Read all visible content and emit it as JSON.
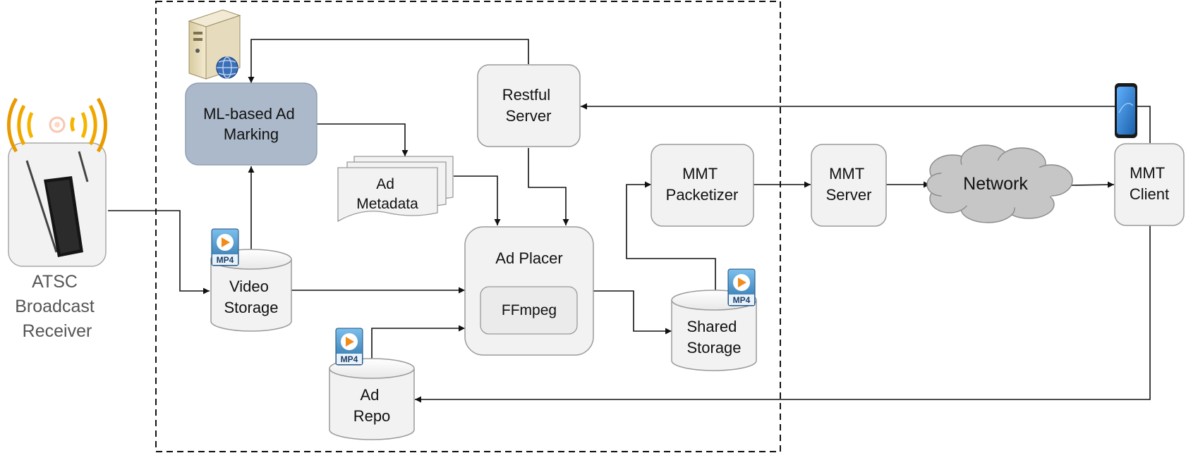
{
  "nodes": {
    "atsc_receiver": {
      "lines": [
        "ATSC",
        "Broadcast",
        "Receiver"
      ]
    },
    "ml_ad_marking": {
      "lines": [
        "ML-based Ad",
        "Marking"
      ]
    },
    "restful_server": {
      "lines": [
        "Restful",
        "Server"
      ]
    },
    "ad_metadata": {
      "lines": [
        "Ad",
        "Metadata"
      ]
    },
    "video_storage": {
      "lines": [
        "Video",
        "Storage"
      ]
    },
    "ad_placer": {
      "title": "Ad Placer",
      "inner": "FFmpeg"
    },
    "ad_repo": {
      "lines": [
        "Ad",
        "Repo"
      ]
    },
    "mmt_packetizer": {
      "lines": [
        "MMT",
        "Packetizer"
      ]
    },
    "shared_storage": {
      "lines": [
        "Shared",
        "Storage"
      ]
    },
    "mmt_server": {
      "lines": [
        "MMT",
        "Server"
      ]
    },
    "network": {
      "label": "Network"
    },
    "mmt_client": {
      "lines": [
        "MMT",
        "Client"
      ]
    }
  },
  "file_badges": {
    "label": "MP4"
  },
  "icons": [
    "antenna-signal-icon",
    "tablet-receiver-icon",
    "server-tower-icon",
    "globe-icon",
    "mp4-file-icon",
    "smartphone-icon",
    "cloud-icon",
    "documents-stack-icon"
  ],
  "colors": {
    "box_fill": "#f2f2f2",
    "box_stroke": "#9a9a9a",
    "ml_box_fill": "#acb9ca",
    "ml_box_stroke": "#8f9fb6",
    "cloud_fill": "#c6c6c6",
    "signal": "#f5b400",
    "connector": "#111111"
  }
}
